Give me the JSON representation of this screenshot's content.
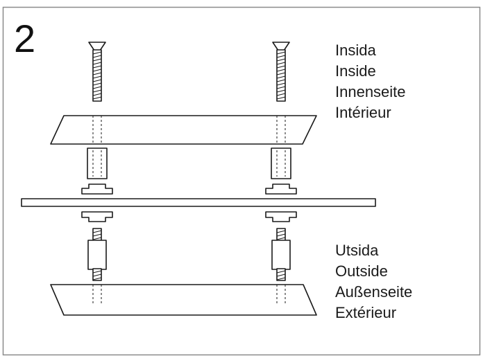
{
  "step_number": "2",
  "inside_labels": [
    "Insida",
    "Inside",
    "Innenseite",
    "Intérieur"
  ],
  "outside_labels": [
    "Utsida",
    "Outside",
    "Außenseite",
    "Extérieur"
  ],
  "colors": {
    "stroke": "#1a1a1a",
    "frame": "#888888",
    "background": "#ffffff"
  }
}
